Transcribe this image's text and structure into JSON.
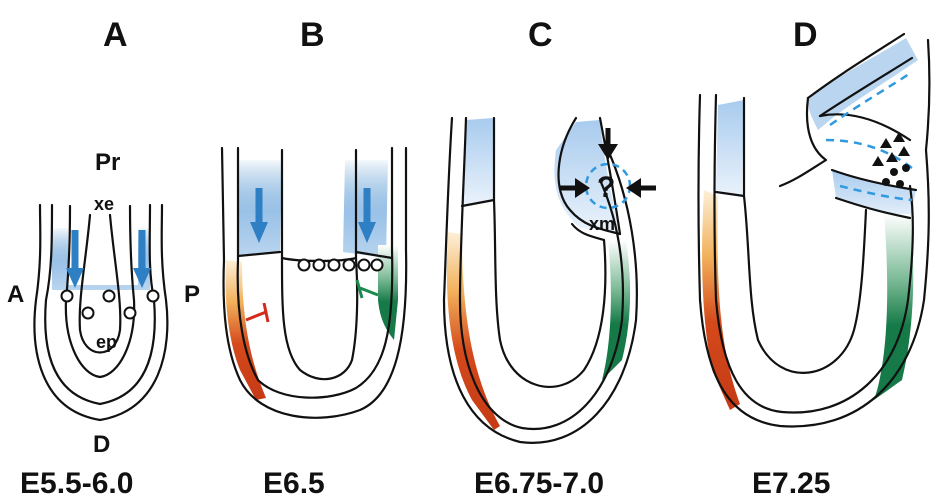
{
  "colors": {
    "anterior_visceral_endoderm": "#d44a1c",
    "posterior_marker": "#157a48",
    "extraembryonic_signal": "#2f7fc4",
    "extraembryonic_tissue_fill": "#b9d5ef",
    "outline": "#111111"
  },
  "panels": [
    {
      "letter": "A",
      "stage": "E5.5-6.0"
    },
    {
      "letter": "B",
      "stage": "E6.5"
    },
    {
      "letter": "C",
      "stage": "E6.75-7.0"
    },
    {
      "letter": "D",
      "stage": "E7.25"
    }
  ],
  "labels": {
    "proximal": "Pr",
    "distal": "D",
    "anterior": "A",
    "posterior": "P",
    "extraembryonic_ectoderm": "xe",
    "epiblast": "ep",
    "extraembryonic_mesoderm": "xm",
    "unknown": "?"
  },
  "icons": {
    "signal_arrow": "blue-down-arrow-icon",
    "inhibition": "t-bar-inhibition-icon",
    "black_arrow": "black-arrow-icon",
    "cell": "circle-cell-icon",
    "triangle_cell": "triangle-cell-icon",
    "dot_cell": "dot-cell-icon"
  }
}
